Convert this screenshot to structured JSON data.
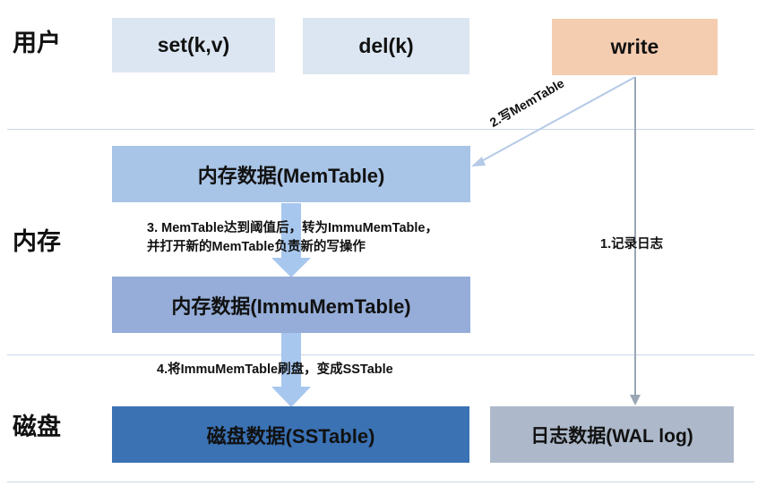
{
  "layers": {
    "user": "用户",
    "memory": "内存",
    "disk": "磁盘"
  },
  "user_ops": {
    "set": "set(k,v)",
    "del": "del(k)",
    "write": "write"
  },
  "boxes": {
    "memtable": "内存数据(MemTable)",
    "immumemtable": "内存数据(ImmuMemTable)",
    "sstable": "磁盘数据(SSTable)",
    "wal": "日志数据(WAL log)"
  },
  "steps": {
    "step1": "1.记录日志",
    "step2": "2.写MemTable",
    "step3_line1": "3. MemTable达到阈值后，转为ImmuMemTable，",
    "step3_line2": "并打开新的MemTable负责新的写操作",
    "step4": "4.将ImmuMemTable刷盘，变成SSTable"
  },
  "colors": {
    "user_box": "#dce6f2",
    "write_box": "#f4ccb0",
    "memtable_box": "#a8c4e6",
    "immumemtable_box": "#95add8",
    "sstable_box": "#3a72b4",
    "wal_box": "#adb9ca",
    "down_arrow": "#a7c7ee",
    "wal_arrow": "#9aa6b4",
    "memtable_arrow": "#b4cae6",
    "separator": "#c9d8e8"
  }
}
